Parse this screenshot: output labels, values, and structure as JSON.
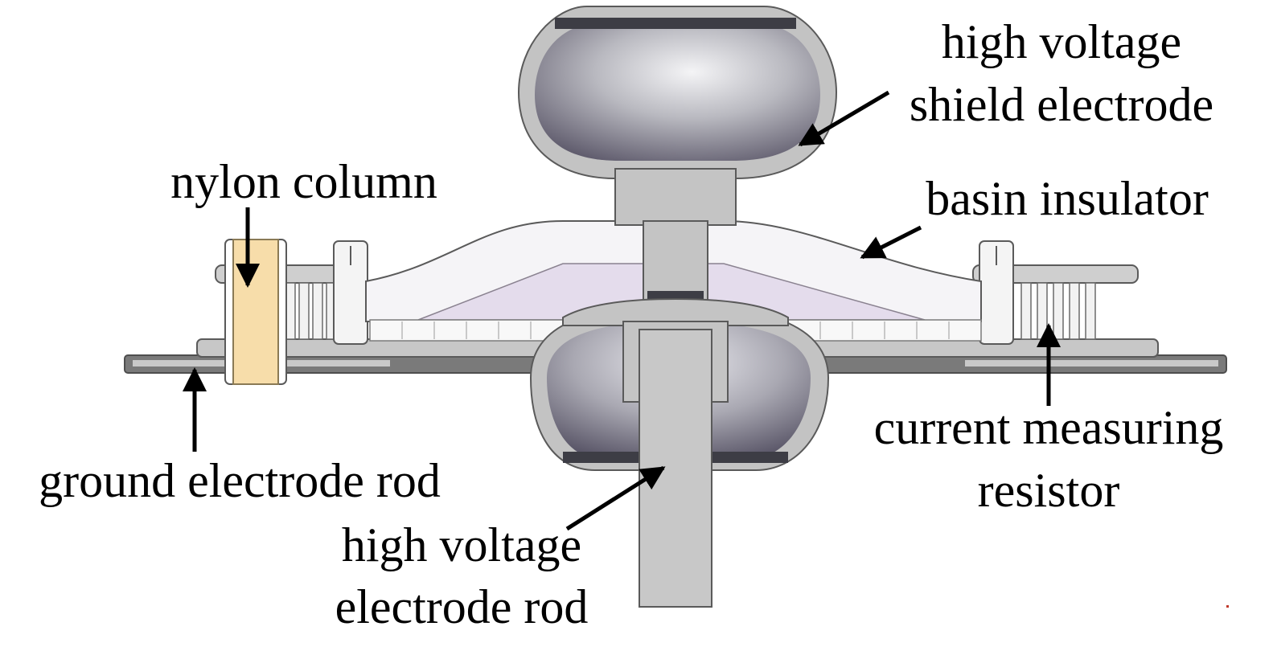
{
  "labels": {
    "hv_shield_line1": "high voltage",
    "hv_shield_line2": "shield electrode",
    "nylon_column": "nylon column",
    "basin_insulator": "basin insulator",
    "current_resistor_line1": "current measuring",
    "current_resistor_line2": "resistor",
    "ground_rod": "ground electrode rod",
    "hv_rod_line1": "high voltage",
    "hv_rod_line2": "electrode rod"
  },
  "colors": {
    "metal": "#c4c4c4",
    "metal_dark": "#8a8a8a",
    "outline": "#5a5a5a",
    "insulator_fill": "#f0eef3",
    "insulator_inner": "#dcd3e6",
    "nylon": "#f7ddaa",
    "plate": "#6e6e6e",
    "arrow": "#000000"
  }
}
